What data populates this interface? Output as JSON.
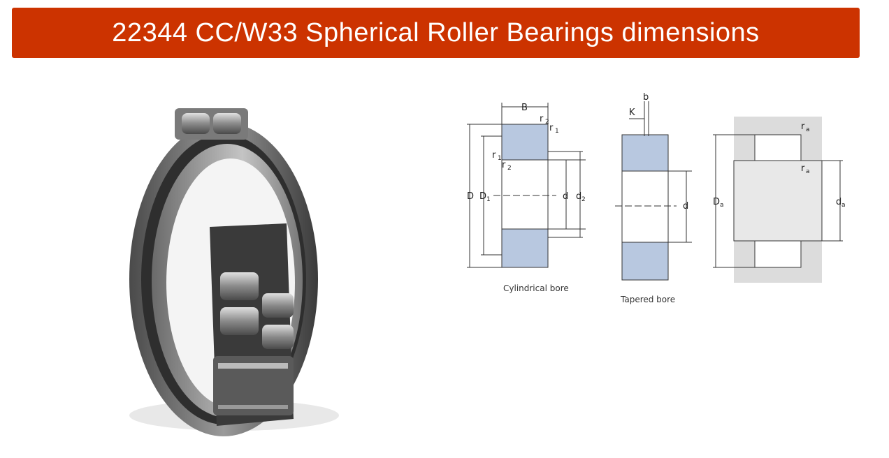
{
  "header": {
    "title": "22344 CC/W33 Spherical Roller Bearings dimensions"
  },
  "diagrams": {
    "cylindrical": {
      "caption": "Cylindrical bore",
      "labels": {
        "B": "B",
        "r2_top": "r",
        "r2_top_sub": "2",
        "r1_top": "r",
        "r1_top_sub": "1",
        "r1_left": "r",
        "r1_left_sub": "1",
        "r2_left": "r",
        "r2_left_sub": "2",
        "D": "D",
        "D1": "D",
        "D1_sub": "1",
        "d": "d",
        "d2": "d",
        "d2_sub": "2"
      }
    },
    "tapered": {
      "caption": "Tapered bore",
      "labels": {
        "b": "b",
        "K": "K",
        "d": "d"
      }
    },
    "mounting": {
      "labels": {
        "ra_top": "r",
        "ra_top_sub": "a",
        "ra_mid": "r",
        "ra_mid_sub": "a",
        "Da": "D",
        "Da_sub": "a",
        "da": "d",
        "da_sub": "a"
      }
    }
  },
  "colors": {
    "banner": "#cc3300",
    "ring_fill": "#b8c8e0"
  }
}
